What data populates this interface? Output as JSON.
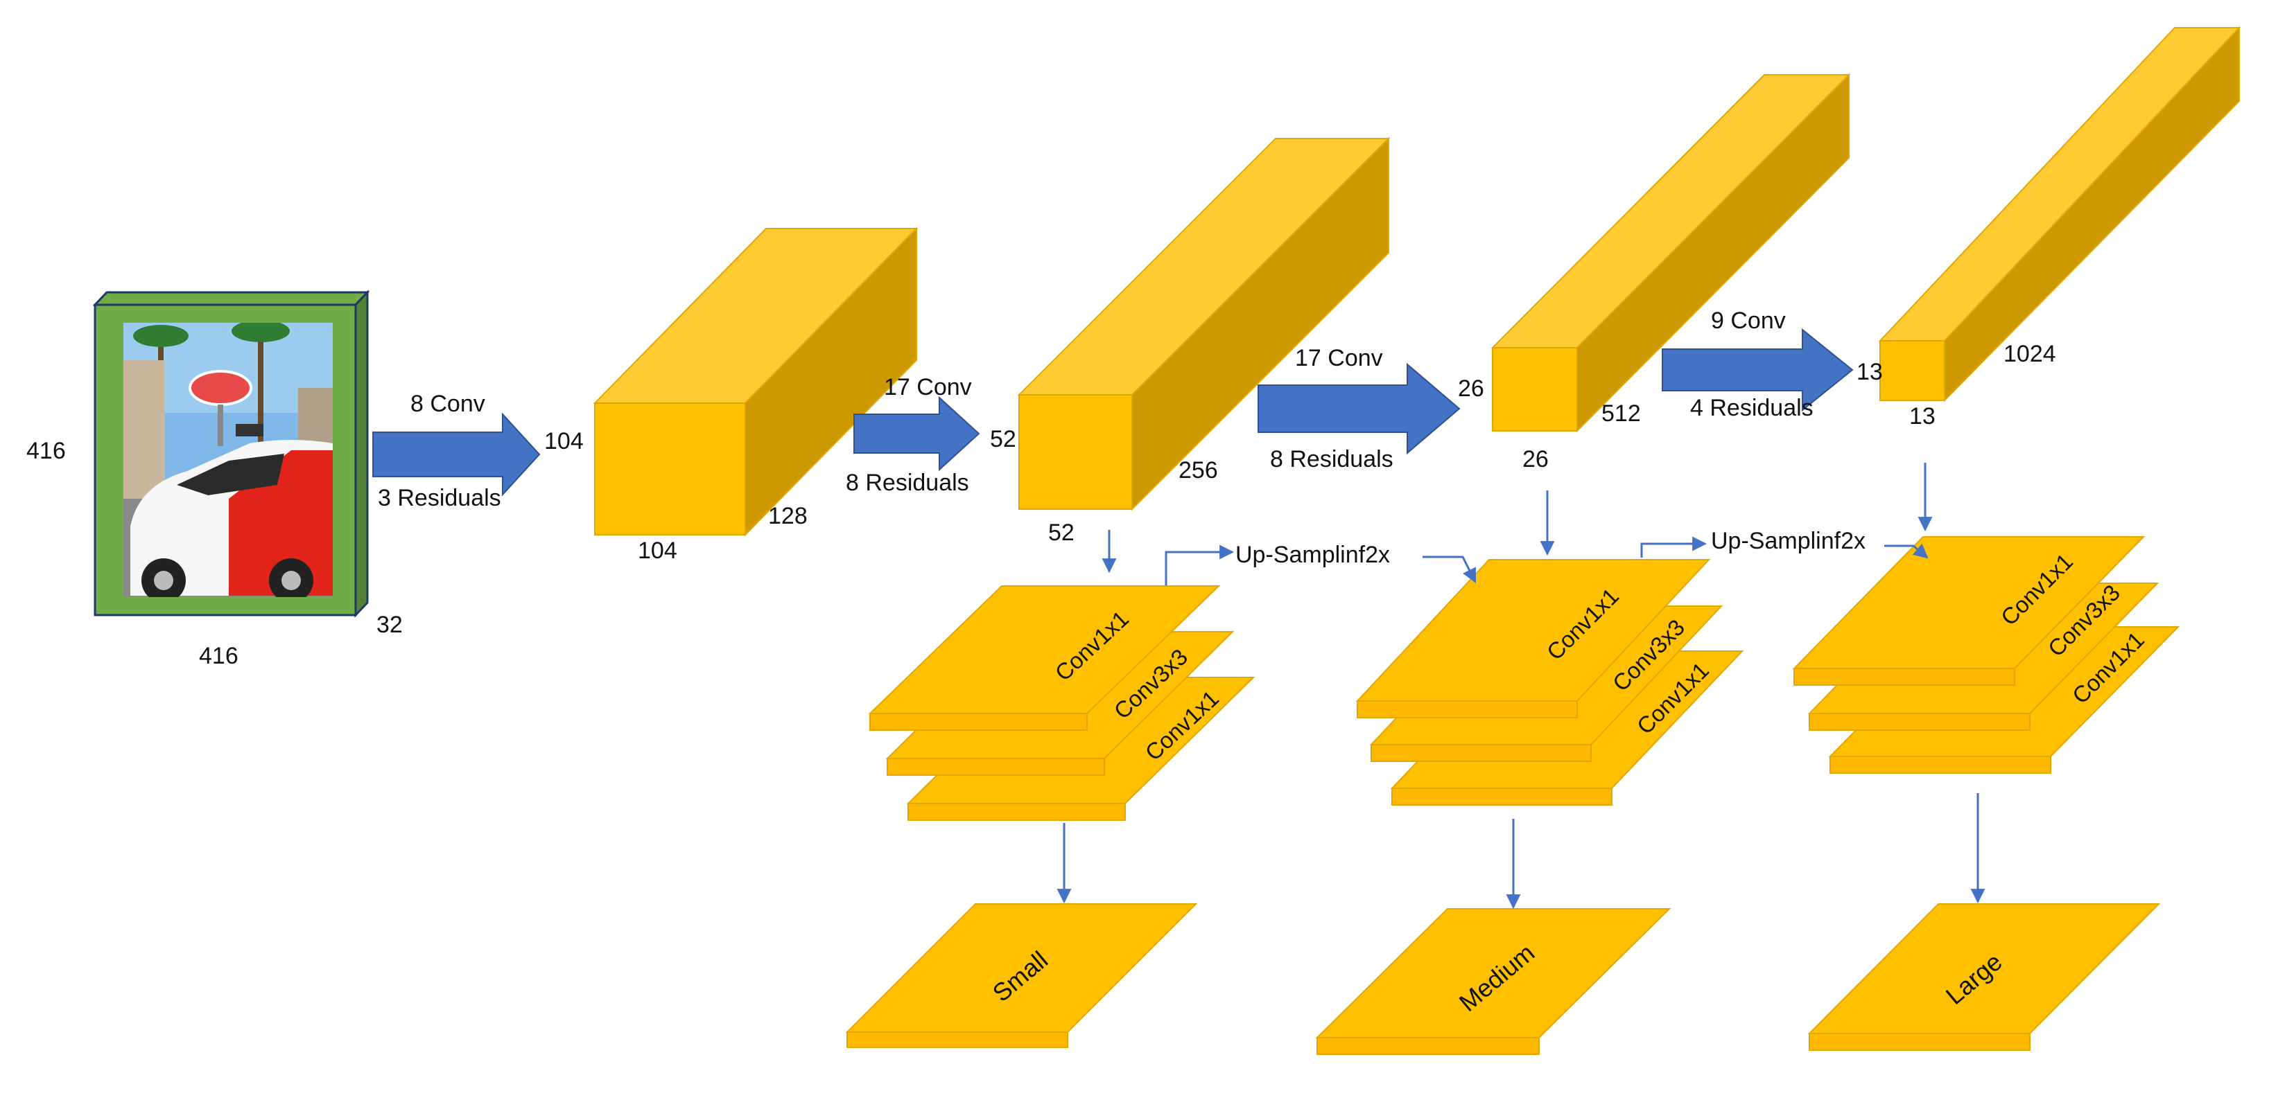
{
  "colors": {
    "block_front": "#FFC000",
    "block_top": "#FFCB33",
    "block_side": "#CC9900",
    "block_edge": "#E0A800",
    "arrow_fill": "#4472C4",
    "arrow_stroke": "#2F528F",
    "input_frame": "#70AD47",
    "input_frame_side": "#548235",
    "input_frame_edge": "#1F3864"
  },
  "input": {
    "height_label": "416",
    "width_label": "416",
    "depth_label": "32",
    "photo_description_icon": "car-photo"
  },
  "stages": [
    {
      "front_label": "104",
      "bottom_label": "104",
      "depth_label": "128"
    },
    {
      "front_label": "52",
      "bottom_label": "52",
      "depth_label": "256"
    },
    {
      "front_label": "26",
      "bottom_label": "26",
      "depth_label": "512"
    },
    {
      "front_label": "13",
      "bottom_label": "13",
      "depth_label": "1024"
    }
  ],
  "transitions": [
    {
      "conv": "8 Conv",
      "residuals": "3 Residuals"
    },
    {
      "conv": "17 Conv",
      "residuals": "8 Residuals"
    },
    {
      "conv": "17 Conv",
      "residuals": "8 Residuals"
    },
    {
      "conv": "9 Conv",
      "residuals": "4 Residuals"
    }
  ],
  "upsample_labels": [
    "Up-Samplinf2x",
    "Up-Samplinf2x"
  ],
  "heads": [
    {
      "layers": [
        "Conv1x1",
        "Conv3x3",
        "Conv1x1"
      ],
      "output": "Small"
    },
    {
      "layers": [
        "Conv1x1",
        "Conv3x3",
        "Conv1x1"
      ],
      "output": "Medium"
    },
    {
      "layers": [
        "Conv1x1",
        "Conv3x3",
        "Conv1x1"
      ],
      "output": "Large"
    }
  ]
}
